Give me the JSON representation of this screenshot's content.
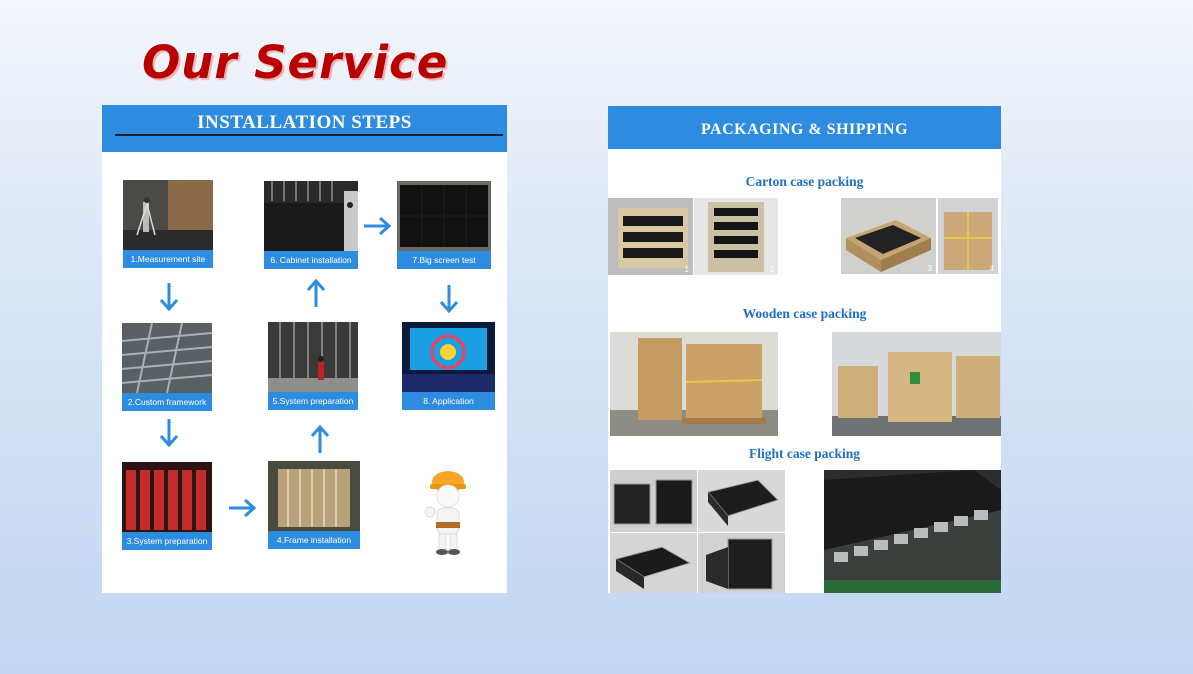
{
  "page": {
    "title": "Our Service"
  },
  "installation": {
    "header": "INSTALLATION STEPS",
    "steps": [
      {
        "label": "1.Measurement site"
      },
      {
        "label": "6. Cabinet installation"
      },
      {
        "label": "7.Big screen test"
      },
      {
        "label": "2.Custom framework"
      },
      {
        "label": "5.System preparation"
      },
      {
        "label": "8. Application"
      },
      {
        "label": "3.System preparation"
      },
      {
        "label": "4.Frame installation"
      }
    ]
  },
  "packaging": {
    "header": "PACKAGING & SHIPPING",
    "sections": [
      {
        "label": "Carton case packing",
        "numbers": [
          "1",
          "2",
          "3",
          "4"
        ]
      },
      {
        "label": "Wooden case packing"
      },
      {
        "label": "Flight case packing"
      }
    ]
  },
  "colors": {
    "accent": "#2e8ce0",
    "title": "#b80000",
    "section_text": "#1f6fc6"
  }
}
